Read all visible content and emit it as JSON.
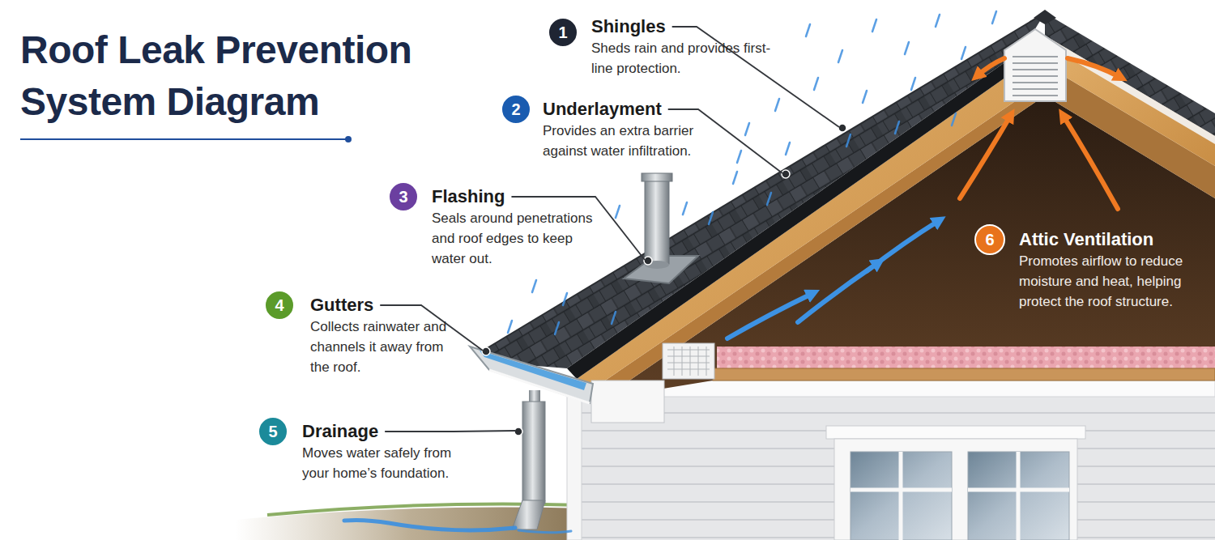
{
  "diagram": {
    "title": "Roof Leak Prevention System Diagram",
    "nodes": [
      {
        "text": [
          "1"
        ]
      },
      {
        "text": [
          "2"
        ]
      },
      {
        "text": [
          "3"
        ]
      },
      {
        "text": [
          "4"
        ]
      },
      {
        "text": [
          "5"
        ]
      },
      {
        "text": [
          "6"
        ]
      }
    ],
    "labels": [
      "Shingles",
      "Sheds rain and provides first-line protection.",
      "Underlayment",
      "Provides an extra barrier against water infiltration.",
      "Flashing",
      "Seals around penetrations and roof edges to keep water out.",
      "Gutters",
      "Collects rainwater and channels it away from the roof.",
      "Drainage",
      "Moves water safely from your home’s foundation.",
      "Attic Ventilation",
      "Promotes airflow to reduce moisture and heat, helping protect the roof structure."
    ]
  }
}
